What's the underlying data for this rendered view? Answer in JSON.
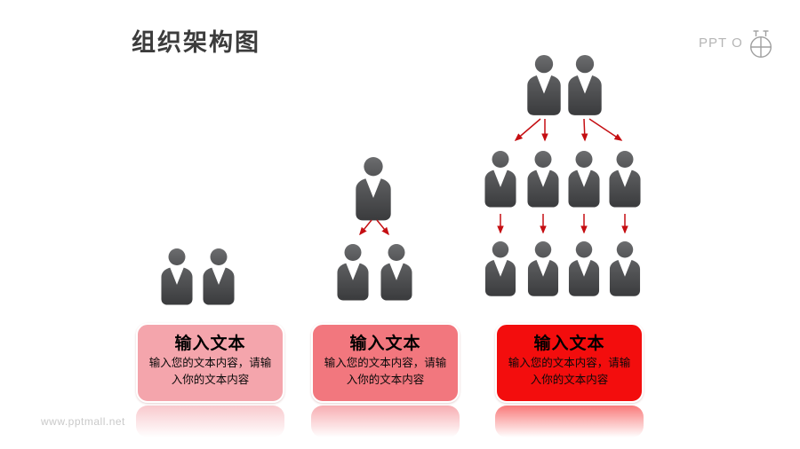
{
  "header": {
    "title": "组织架构图"
  },
  "brand": {
    "logo_text": "PPT O",
    "logo_icon": "circle-cross-mall-icon"
  },
  "watermark": {
    "text": "www.pptmall.net"
  },
  "org_chart": {
    "person_icon": "person-silhouette-icon",
    "arrow_color": "#c50e12",
    "person_body_gradient": [
      "#5e5f61",
      "#3a3b3d"
    ],
    "person_head_color": "#636466",
    "groups": [
      {
        "id": "group-1",
        "levels": [
          2
        ],
        "box": {
          "title": "输入文本",
          "body": "输入您的文本内容，请输入你的文本内容",
          "color": "#f4a5ac"
        }
      },
      {
        "id": "group-2",
        "levels": [
          1,
          2
        ],
        "box": {
          "title": "输入文本",
          "body": "输入您的文本内容，请输入你的文本内容",
          "color": "#f2777e"
        }
      },
      {
        "id": "group-3",
        "levels": [
          2,
          4,
          4
        ],
        "box": {
          "title": "输入文本",
          "body": "输入您的文本内容，请输入你的文本内容",
          "color": "#f30d0d"
        }
      }
    ]
  }
}
